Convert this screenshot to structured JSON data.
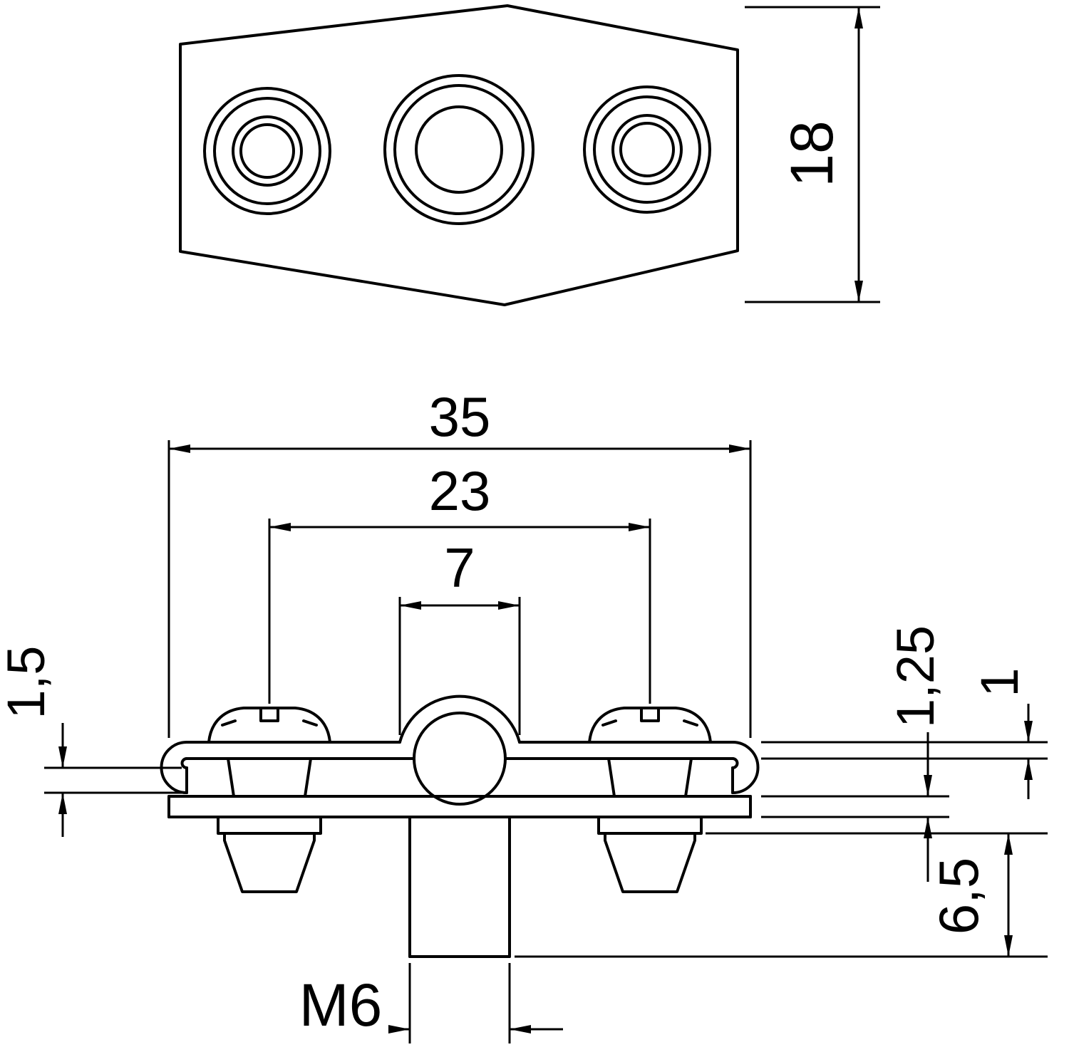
{
  "drawing": {
    "kind": "technical-drawing-pipe-clamp",
    "background_color": "#ffffff",
    "line_color": "#000000",
    "dimensions": {
      "overall_width": "35",
      "screw_spacing": "23",
      "clamp_width": "7",
      "plate_height": "18",
      "strip_end_thickness": "1,5",
      "base_plate_thickness": "1,25",
      "strip_thickness": "1",
      "stud_length": "6,5",
      "thread": "M6"
    }
  }
}
